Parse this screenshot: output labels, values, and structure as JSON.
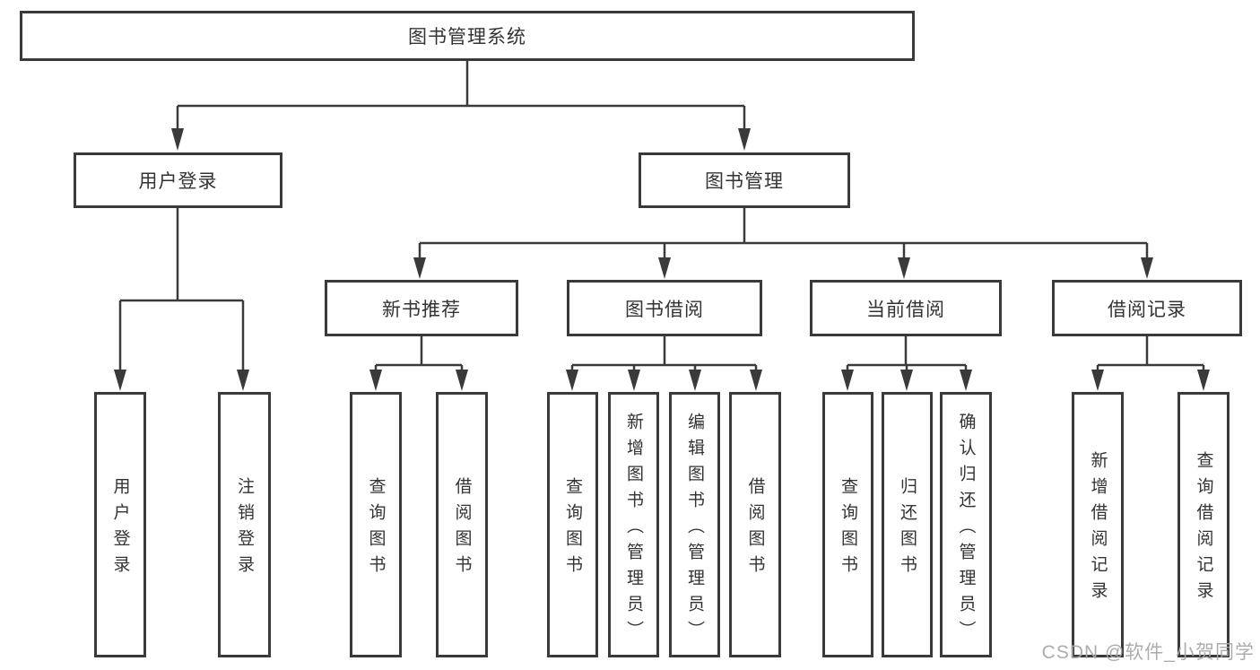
{
  "diagram": {
    "root_label": "图书管理系统",
    "branches": [
      {
        "label": "用户登录",
        "children": [
          "用户登录",
          "注销登录"
        ]
      },
      {
        "label": "图书管理",
        "sections": [
          {
            "label": "新书推荐",
            "children": [
              "查询图书",
              "借阅图书"
            ]
          },
          {
            "label": "图书借阅",
            "children": [
              "查询图书",
              "新增图书（管理员）",
              "编辑图书（管理员）",
              "借阅图书"
            ]
          },
          {
            "label": "当前借阅",
            "children": [
              "查询图书",
              "归还图书",
              "确认归还（管理员）"
            ]
          },
          {
            "label": "借阅记录",
            "children": [
              "新增借阅记录",
              "查询借阅记录"
            ]
          }
        ]
      }
    ],
    "colors": {
      "line": "#3a3a3a",
      "text": "#333333",
      "watermark": "#a8a8a8"
    },
    "watermark": "CSDN @软件_小贺同学"
  }
}
